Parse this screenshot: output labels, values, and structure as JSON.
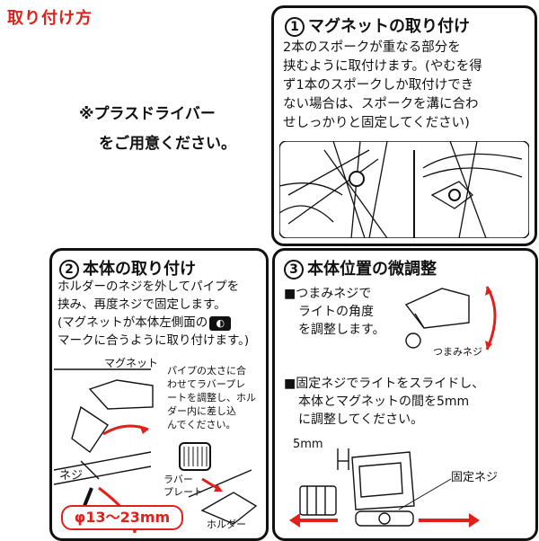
{
  "title": "取り付け方",
  "notes": {
    "line1": "※プラスドライバー",
    "line2": "をご用意ください。"
  },
  "panel1": {
    "number": "1",
    "title": "マグネットの取り付け",
    "body": [
      "2本のスポークが重なる部分を",
      "挟むように取付けます。(やむを得",
      "ず1本のスポークしか取付けでき",
      "ない場合は、スポークを溝に合わ",
      "せしっかりと固定してください)"
    ]
  },
  "panel2": {
    "number": "2",
    "title": "本体の取り付け",
    "body": [
      "ホルダーのネジを外してパイプを",
      "挟み、再度ネジで固定します。",
      "(マグネットが本体左側面の",
      "マークに合うように取り付けます。)"
    ],
    "label_magnet": "マグネット",
    "side_note": [
      "パイプの太さに合",
      "わせてラバープレ",
      "ートを調整し、ホル",
      "ダー内に差し込",
      "んでください。"
    ],
    "label_screw": "ネジ",
    "label_rubber": [
      "ラバー",
      "プレート"
    ],
    "label_holder": "ホルダー",
    "range": "φ13～23mm"
  },
  "panel3": {
    "number": "3",
    "title": "本体位置の微調整",
    "step1": [
      "■つまみネジで",
      "ライトの角度",
      "を調整します。"
    ],
    "label_knob": "つまみネジ",
    "step2": [
      "■固定ネジでライトをスライドし、",
      "本体とマグネットの間を5mm",
      "に調整してください。"
    ],
    "label_5mm": "5mm",
    "label_fix": "固定ネジ"
  }
}
